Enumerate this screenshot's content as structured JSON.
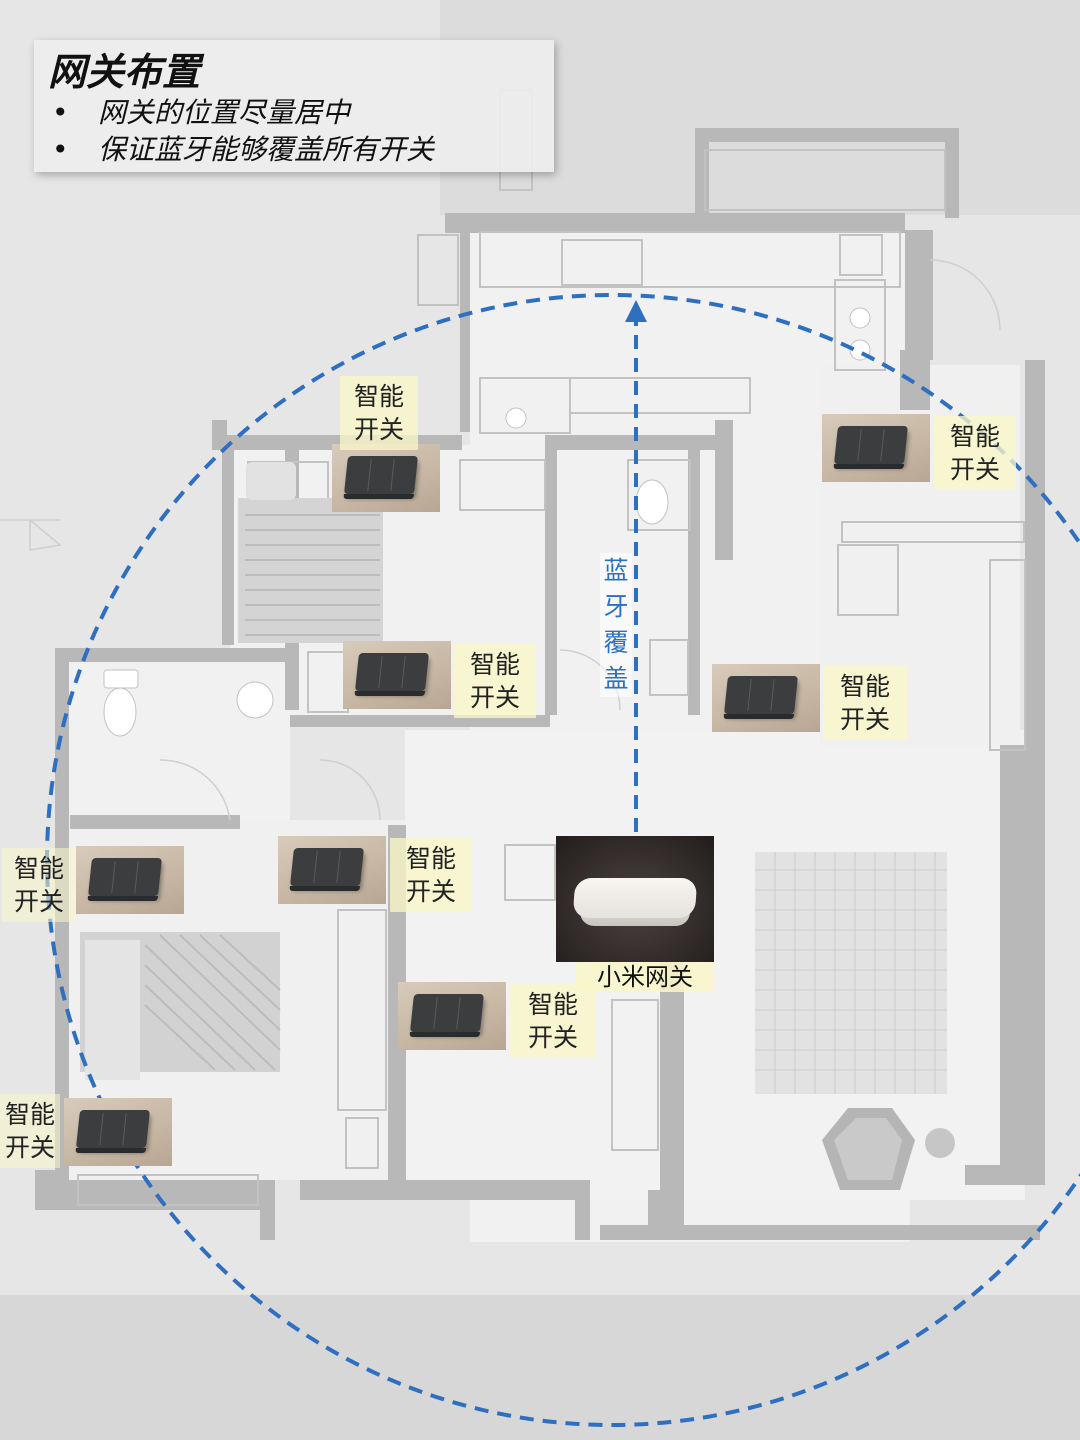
{
  "header": {
    "title": "网关布置",
    "bullets": [
      "网关的位置尽量居中",
      "保证蓝牙能够覆盖所有开关"
    ]
  },
  "hub": {
    "label": "小米网关",
    "icon": "gateway-device-icon"
  },
  "coverage": {
    "label_chars": [
      "蓝",
      "牙",
      "覆",
      "盖"
    ],
    "color": "#2f6fbf"
  },
  "switches": [
    {
      "line1": "智能",
      "line2": "开关"
    },
    {
      "line1": "智能",
      "line2": "开关"
    },
    {
      "line1": "智能",
      "line2": "开关"
    },
    {
      "line1": "智能",
      "line2": "开关"
    },
    {
      "line1": "智能",
      "line2": "开关"
    },
    {
      "line1": "智能",
      "line2": "开关"
    },
    {
      "line1": "智能",
      "line2": "开关"
    },
    {
      "line1": "智能",
      "line2": "开关"
    }
  ],
  "colors": {
    "label_bg": "#faf6c8",
    "background": "#e7e7e7",
    "wall": "#b3b3b3"
  }
}
